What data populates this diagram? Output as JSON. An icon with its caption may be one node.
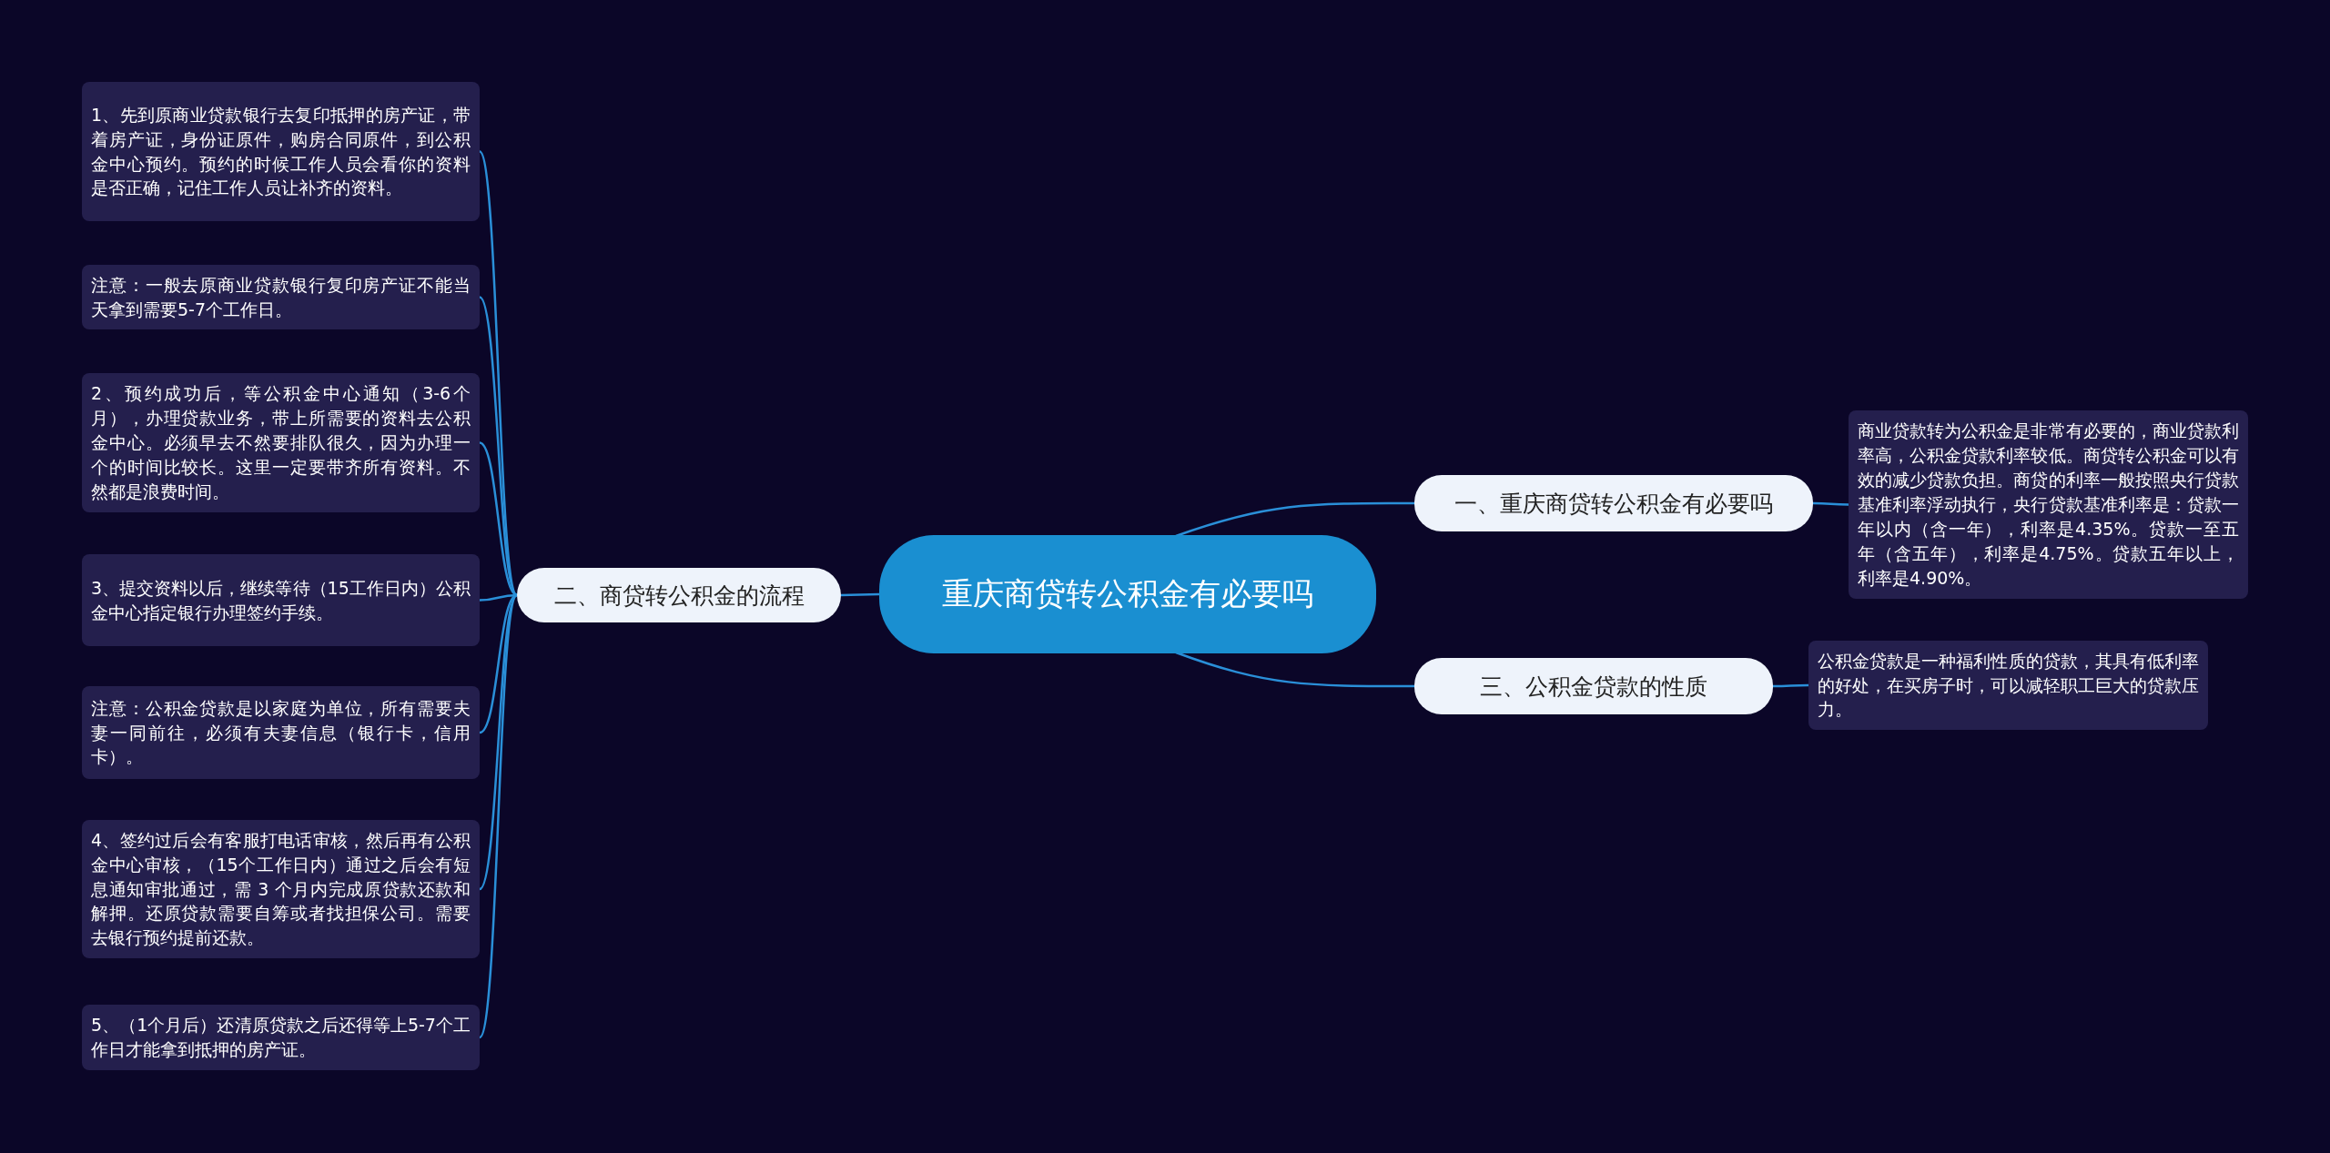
{
  "diagram": {
    "nodes": [
      {
        "text": [
          "重庆商贷转公积金有必要吗"
        ]
      },
      {
        "text": [
          "一、重庆商贷转公积金有必要吗"
        ]
      },
      {
        "text": [
          "商业贷款转为公积金是非常有必要的，商业贷款利率高，公积金贷款利率较低。商贷转公积金可以有效的减少贷款负担。商贷的利率一般按照央行贷款基准利率浮动执行，央行贷款基准利率是：贷款一年以内（含一年），利率是4.35%。贷款一至五年（含五年），利率是4.75%。贷款五年以上，利率是4.90%。"
        ]
      },
      {
        "text": [
          "二、商贷转公积金的流程"
        ]
      },
      {
        "text": [
          "1、先到原商业贷款银行去复印抵押的房产证，带着房产证，身份证原件，购房合同原件，到公积金中心预约。预约的时候工作人员会看你的资料是否正确，记住工作人员让补齐的资料。"
        ]
      },
      {
        "text": [
          "注意：一般去原商业贷款银行复印房产证不能当天拿到需要5-7个工作日。"
        ]
      },
      {
        "text": [
          "2、预约成功后，等公积金中心通知（3-6个月），办理贷款业务，带上所需要的资料去公积金中心。必须早去不然要排队很久，因为办理一个的时间比较长。这里一定要带齐所有资料。不然都是浪费时间。"
        ]
      },
      {
        "text": [
          "3、提交资料以后，继续等待（15工作日内）公积金中心指定银行办理签约手续。"
        ]
      },
      {
        "text": [
          "注意：公积金贷款是以家庭为单位，所有需要夫妻一同前往，必须有夫妻信息（银行卡，信用卡）。"
        ]
      },
      {
        "text": [
          "4、签约过后会有客服打电话审核，然后再有公积金中心审核，（15个工作日内）通过之后会有短息通知审批通过，需 3 个月内完成原贷款还款和解押。还原贷款需要自筹或者找担保公司。需要去银行预约提前还款。"
        ]
      },
      {
        "text": [
          "5、（1个月后）还清原贷款之后还得等上5-7个工作日才能拿到抵押的房产证。"
        ]
      },
      {
        "text": [
          "三、公积金贷款的性质"
        ]
      },
      {
        "text": [
          "公积金贷款是一种福利性质的贷款，其具有低利率的好处，在买房子时，可以减轻职工巨大的贷款压力。"
        ]
      }
    ],
    "edges": [
      {
        "from": 0,
        "to": 1,
        "arrow": "none"
      },
      {
        "from": 1,
        "to": 2,
        "arrow": "none"
      },
      {
        "from": 0,
        "to": 3,
        "arrow": "none"
      },
      {
        "from": 3,
        "to": 4,
        "arrow": "none"
      },
      {
        "from": 3,
        "to": 5,
        "arrow": "none"
      },
      {
        "from": 3,
        "to": 6,
        "arrow": "none"
      },
      {
        "from": 3,
        "to": 7,
        "arrow": "none"
      },
      {
        "from": 3,
        "to": 8,
        "arrow": "none"
      },
      {
        "from": 3,
        "to": 9,
        "arrow": "none"
      },
      {
        "from": 3,
        "to": 10,
        "arrow": "none"
      },
      {
        "from": 0,
        "to": 11,
        "arrow": "none"
      },
      {
        "from": 11,
        "to": 12,
        "arrow": "none"
      }
    ]
  }
}
